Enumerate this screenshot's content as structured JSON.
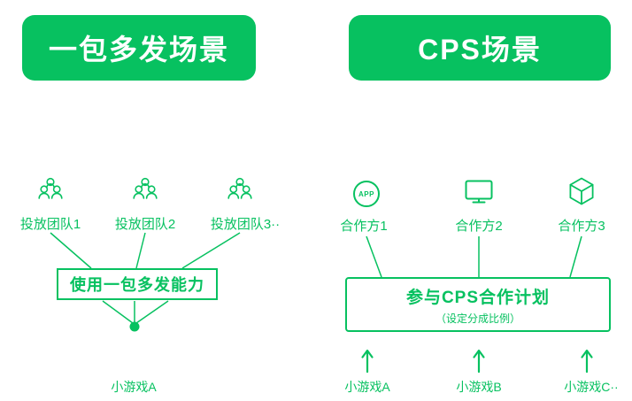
{
  "colors": {
    "brand_green": "#07C160",
    "background": "#ffffff",
    "header_text": "#ffffff"
  },
  "left": {
    "header": "一包多发场景",
    "teams": [
      {
        "label": "投放团队1"
      },
      {
        "label": "投放团队2"
      },
      {
        "label": "投放团队3··"
      }
    ],
    "capability_box": "使用一包多发能力",
    "game": "小游戏A"
  },
  "right": {
    "header": "CPS场景",
    "partners": [
      {
        "label": "合作方1",
        "icon": "app-circle-icon",
        "icon_text": "APP"
      },
      {
        "label": "合作方2",
        "icon": "monitor-icon"
      },
      {
        "label": "合作方3",
        "icon": "cube-icon"
      }
    ],
    "plan_box_title": "参与CPS合作计划",
    "plan_box_subtitle": "（设定分成比例）",
    "games": [
      {
        "label": "小游戏A"
      },
      {
        "label": "小游戏B"
      },
      {
        "label": "小游戏C··"
      }
    ]
  }
}
